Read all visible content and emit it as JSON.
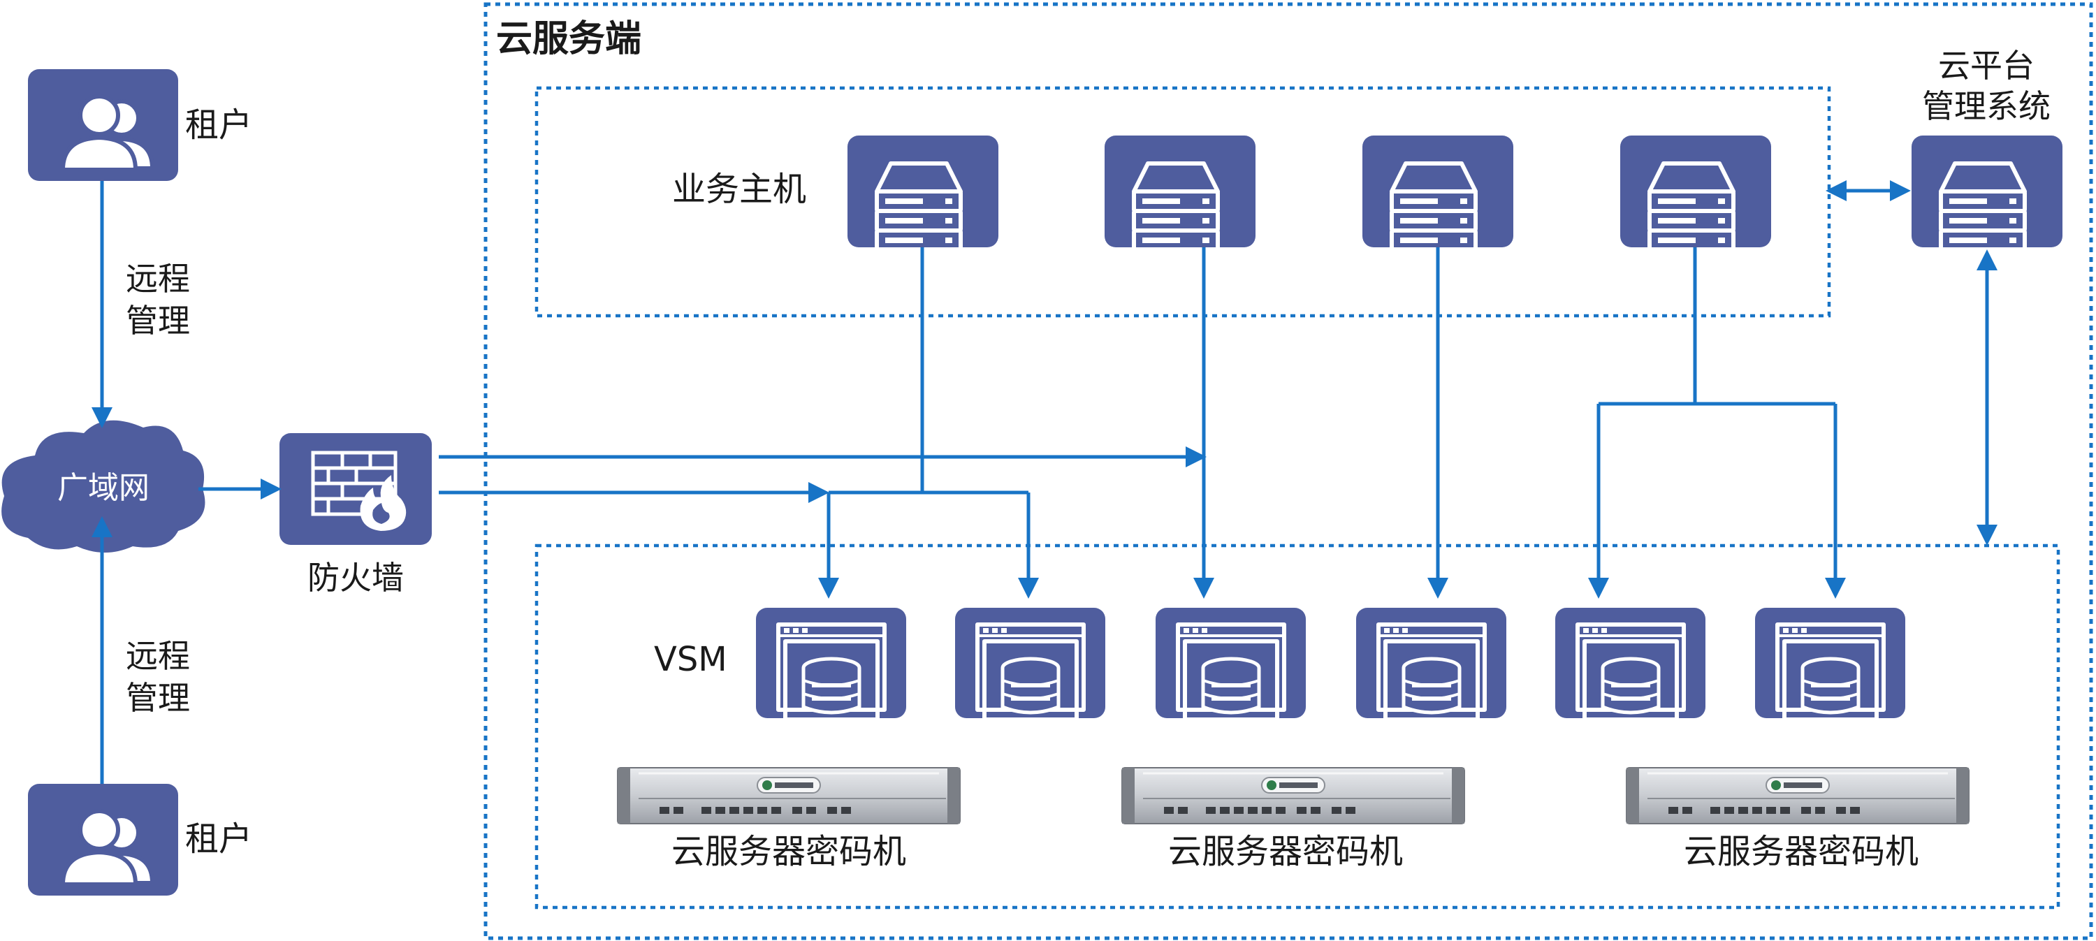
{
  "zone": {
    "title": "云服务端"
  },
  "tenants": [
    {
      "label": "租户"
    },
    {
      "label": "租户"
    }
  ],
  "remote_management": [
    {
      "line1": "远程",
      "line2": "管理"
    },
    {
      "line1": "远程",
      "line2": "管理"
    }
  ],
  "wan": {
    "label": "广域网"
  },
  "firewall": {
    "label": "防火墙"
  },
  "business_hosts": {
    "label": "业务主机",
    "count": 4
  },
  "cloud_platform": {
    "line1": "云平台",
    "line2": "管理系统"
  },
  "vsm": {
    "label": "VSM",
    "count": 6
  },
  "crypto_machines": [
    {
      "label": "云服务器密码机"
    },
    {
      "label": "云服务器密码机"
    },
    {
      "label": "云服务器密码机"
    }
  ],
  "colors": {
    "icon_box": "#4f5d9e",
    "connector": "#1874c6",
    "text": "#1a1a1a",
    "background": "#ffffff"
  },
  "icons": {
    "tenant": "users-icon",
    "wan": "cloud-icon",
    "firewall": "firewall-icon",
    "host": "server-icon",
    "vsm": "database-icon",
    "hardware": "rack-appliance"
  }
}
